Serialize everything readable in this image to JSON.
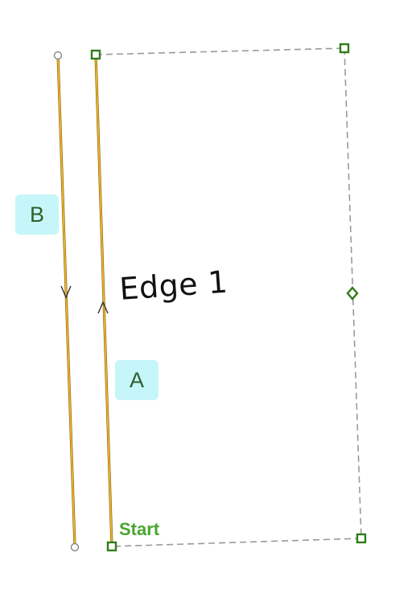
{
  "labels": {
    "b": "B",
    "a": "A",
    "edge": "Edge 1",
    "start": "Start"
  },
  "colors": {
    "edge_line": "#e0a21f",
    "edge_line_outline": "#8a6a10",
    "dashed_outline": "#9a9a9a",
    "vertex_green": "#2e7d1a",
    "open_vertex": "#888888",
    "tag_bg": "#c6f6f9",
    "start_text": "#4aa52e"
  }
}
